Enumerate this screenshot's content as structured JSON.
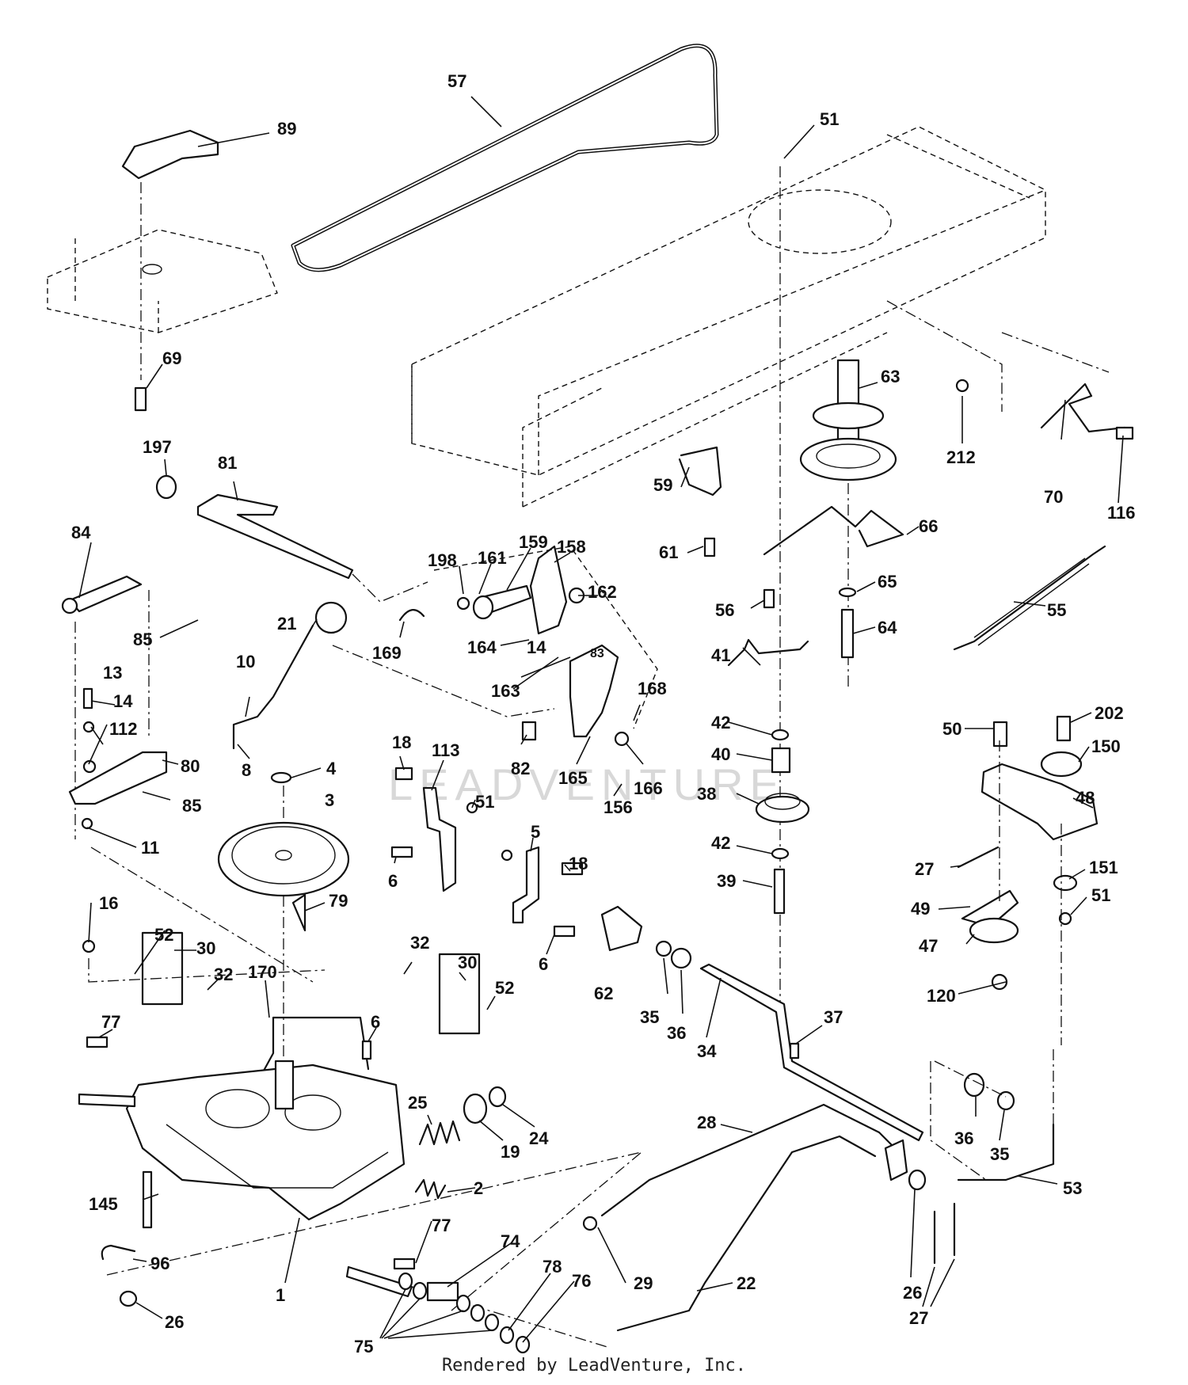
{
  "diagram": {
    "watermark": "LEADVENTURE",
    "footer": "Rendered by LeadVenture, Inc.",
    "callouts": [
      {
        "id": "c57",
        "text": "57"
      },
      {
        "id": "c89",
        "text": "89"
      },
      {
        "id": "c51a",
        "text": "51"
      },
      {
        "id": "c69",
        "text": "69"
      },
      {
        "id": "c197",
        "text": "197"
      },
      {
        "id": "c81",
        "text": "81"
      },
      {
        "id": "c63",
        "text": "63"
      },
      {
        "id": "c212",
        "text": "212"
      },
      {
        "id": "c70",
        "text": "70"
      },
      {
        "id": "c116",
        "text": "116"
      },
      {
        "id": "c59",
        "text": "59"
      },
      {
        "id": "c61",
        "text": "61"
      },
      {
        "id": "c66",
        "text": "66"
      },
      {
        "id": "c84",
        "text": "84"
      },
      {
        "id": "c198",
        "text": "198"
      },
      {
        "id": "c161",
        "text": "161"
      },
      {
        "id": "c159",
        "text": "159"
      },
      {
        "id": "c158",
        "text": "158"
      },
      {
        "id": "c56",
        "text": "56"
      },
      {
        "id": "c65",
        "text": "65"
      },
      {
        "id": "c55",
        "text": "55"
      },
      {
        "id": "c162",
        "text": "162"
      },
      {
        "id": "c85a",
        "text": "85"
      },
      {
        "id": "c21",
        "text": "21"
      },
      {
        "id": "c169",
        "text": "169"
      },
      {
        "id": "c164",
        "text": "164"
      },
      {
        "id": "c14a",
        "text": "14"
      },
      {
        "id": "c64",
        "text": "64"
      },
      {
        "id": "c10",
        "text": "10"
      },
      {
        "id": "c83",
        "text": "83"
      },
      {
        "id": "c41",
        "text": "41"
      },
      {
        "id": "c13",
        "text": "13"
      },
      {
        "id": "c163",
        "text": "163"
      },
      {
        "id": "c14b",
        "text": "14"
      },
      {
        "id": "c168",
        "text": "168"
      },
      {
        "id": "c112",
        "text": "112"
      },
      {
        "id": "c42a",
        "text": "42"
      },
      {
        "id": "c202",
        "text": "202"
      },
      {
        "id": "c50",
        "text": "50"
      },
      {
        "id": "c150",
        "text": "150"
      },
      {
        "id": "c18a",
        "text": "18"
      },
      {
        "id": "c113",
        "text": "113"
      },
      {
        "id": "c40",
        "text": "40"
      },
      {
        "id": "c80",
        "text": "80"
      },
      {
        "id": "c82",
        "text": "82"
      },
      {
        "id": "c8",
        "text": "8"
      },
      {
        "id": "c4",
        "text": "4"
      },
      {
        "id": "c165",
        "text": "165"
      },
      {
        "id": "c166",
        "text": "166"
      },
      {
        "id": "c38",
        "text": "38"
      },
      {
        "id": "c48",
        "text": "48"
      },
      {
        "id": "c156",
        "text": "156"
      },
      {
        "id": "c85b",
        "text": "85"
      },
      {
        "id": "c3",
        "text": "3"
      },
      {
        "id": "c51b",
        "text": "51"
      },
      {
        "id": "c11",
        "text": "11"
      },
      {
        "id": "c42b",
        "text": "42"
      },
      {
        "id": "c5",
        "text": "5"
      },
      {
        "id": "c27a",
        "text": "27"
      },
      {
        "id": "c6a",
        "text": "6"
      },
      {
        "id": "c18b",
        "text": "18"
      },
      {
        "id": "c151",
        "text": "151"
      },
      {
        "id": "c39",
        "text": "39"
      },
      {
        "id": "c51c",
        "text": "51"
      },
      {
        "id": "c79",
        "text": "79"
      },
      {
        "id": "c49",
        "text": "49"
      },
      {
        "id": "c16",
        "text": "16"
      },
      {
        "id": "c6b",
        "text": "6"
      },
      {
        "id": "c62",
        "text": "62"
      },
      {
        "id": "c47",
        "text": "47"
      },
      {
        "id": "c52a",
        "text": "52"
      },
      {
        "id": "c30a",
        "text": "30"
      },
      {
        "id": "c32a",
        "text": "32"
      },
      {
        "id": "c30b",
        "text": "30"
      },
      {
        "id": "c32b",
        "text": "32"
      },
      {
        "id": "c52b",
        "text": "52"
      },
      {
        "id": "c170",
        "text": "170"
      },
      {
        "id": "c35a",
        "text": "35"
      },
      {
        "id": "c120",
        "text": "120"
      },
      {
        "id": "c36a",
        "text": "36"
      },
      {
        "id": "c34",
        "text": "34"
      },
      {
        "id": "c77a",
        "text": "77"
      },
      {
        "id": "c6c",
        "text": "6"
      },
      {
        "id": "c37",
        "text": "37"
      },
      {
        "id": "c25",
        "text": "25"
      },
      {
        "id": "c28",
        "text": "28"
      },
      {
        "id": "c19",
        "text": "19"
      },
      {
        "id": "c24",
        "text": "24"
      },
      {
        "id": "c36b",
        "text": "36"
      },
      {
        "id": "c35b",
        "text": "35"
      },
      {
        "id": "c2",
        "text": "2"
      },
      {
        "id": "c53",
        "text": "53"
      },
      {
        "id": "c145",
        "text": "145"
      },
      {
        "id": "c77b",
        "text": "77"
      },
      {
        "id": "c29",
        "text": "29"
      },
      {
        "id": "c26a",
        "text": "26"
      },
      {
        "id": "c74",
        "text": "74"
      },
      {
        "id": "c27b",
        "text": "27"
      },
      {
        "id": "c96",
        "text": "96"
      },
      {
        "id": "c78",
        "text": "78"
      },
      {
        "id": "c76",
        "text": "76"
      },
      {
        "id": "c22",
        "text": "22"
      },
      {
        "id": "c1",
        "text": "1"
      },
      {
        "id": "c26b",
        "text": "26"
      },
      {
        "id": "c75",
        "text": "75"
      }
    ]
  }
}
